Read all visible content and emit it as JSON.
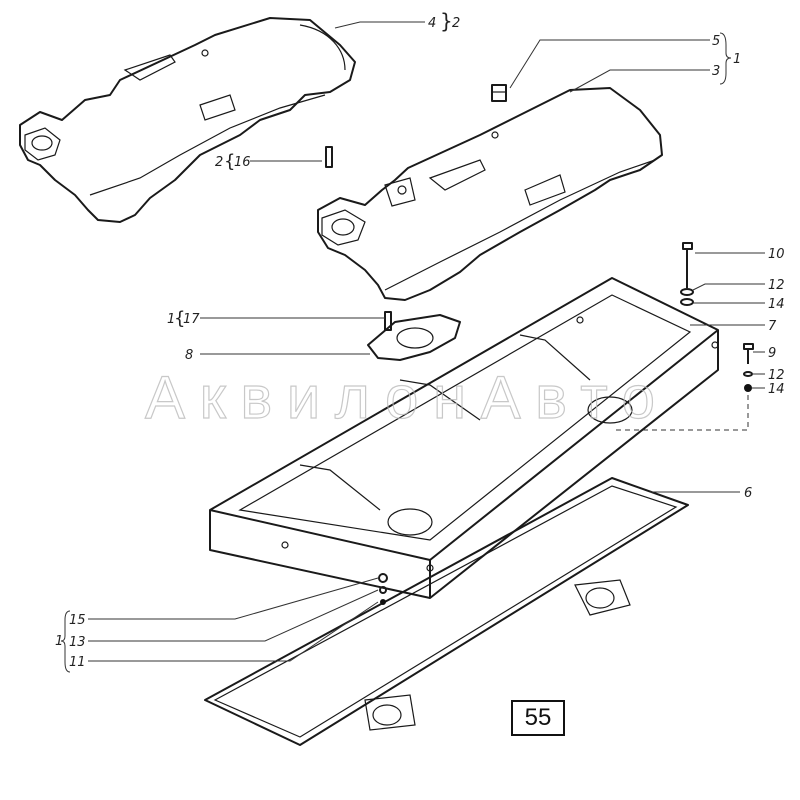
{
  "watermark": "АквилонАвто",
  "page_number": "55",
  "callouts": {
    "p4": "4",
    "g2a": "2",
    "p5": "5",
    "p3": "3",
    "g1a": "1",
    "g2b": "2",
    "p16": "16",
    "p10": "10",
    "p12a": "12",
    "p14a": "14",
    "p7": "7",
    "p9": "9",
    "p12b": "12",
    "p14b": "14",
    "g1b": "1",
    "p17": "17",
    "p8": "8",
    "p6": "6",
    "g1c": "1",
    "p15": "15",
    "p13": "13",
    "p11": "11"
  }
}
